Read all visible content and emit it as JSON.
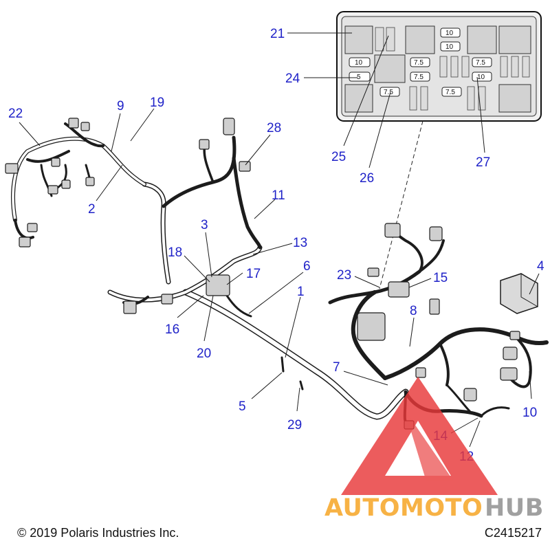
{
  "diagram": {
    "callouts": [
      "21",
      "24",
      "25",
      "26",
      "27",
      "22",
      "9",
      "19",
      "28",
      "2",
      "11",
      "3",
      "13",
      "18",
      "17",
      "6",
      "1",
      "16",
      "20",
      "23",
      "15",
      "4",
      "8",
      "7",
      "5",
      "29",
      "10",
      "14",
      "12"
    ],
    "fuse_labels": [
      "10",
      "10",
      "10",
      "5",
      "7.5",
      "7.5",
      "7.5",
      "10",
      "7.5",
      "7.5"
    ]
  },
  "footer": {
    "copyright": "© 2019 Polaris Industries Inc.",
    "part_code": "C2415217"
  },
  "watermark": {
    "part1": "AUTOMOTO",
    "part2": "HUB",
    "color1": "#f6a21d",
    "color2": "#8c8c8c",
    "triangle_color": "#e8393a"
  }
}
